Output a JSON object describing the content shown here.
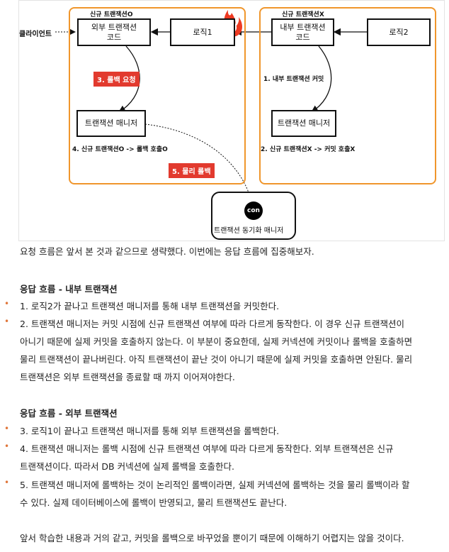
{
  "diagram": {
    "left_group_title": "신규 트랜잭션O",
    "right_group_title": "신규 트랜잭션X",
    "client": "클라이언트",
    "outer_tx_code": "외부 트랜잭션\n코드",
    "logic1": "로직1",
    "inner_tx_code": "내부 트랜잭션\n코드",
    "logic2": "로직2",
    "tm_left": "트랜잭션 매니저",
    "tm_right": "트랜잭션 매니저",
    "step1": "1. 내부 트랜잭션 커밋",
    "step2": "2. 신규 트랜잭션X -> 커밋 호출X",
    "step3": "3. 롤백 요청",
    "step4": "4. 신규 트랜잭션O -> 롤백 호출O",
    "step5": "5. 물리 롤백",
    "conn": "con",
    "sync_manager": "트랜잭션 동기화 매니저",
    "colors": {
      "group_border": "#f0962c",
      "red_tag": "#e23a2e",
      "fire": "#ee3a22",
      "bullet": "#e0763a"
    }
  },
  "content": {
    "intro": "요청 흐름은 앞서 본 것과 같으므로 생략했다. 이번에는 응답 흐름에 집중해보자.",
    "section1_title": "응답 흐름 - 내부 트랜잭션",
    "s1_item1": "1. 로직2가 끝나고 트랜잭션 매니저를 통해 내부 트랜잭션을 커밋한다.",
    "s1_item2_l1": "2. 트랜잭션 매니저는 커밋 시점에 신규 트랜잭션 여부에 따라 다르게 동작한다. 이 경우 신규 트랜잭션이",
    "s1_item2_l2": "아니기 때문에 실제 커밋을 호출하지 않는다. 이 부분이 중요한데, 실제 커넥션에 커밋이나 롤백을 호출하면",
    "s1_item2_l3": "물리 트랜잭션이 끝나버린다. 아직 트랜잭션이 끝난 것이 아니기 때문에 실제 커밋을 호출하면 안된다. 물리",
    "s1_item2_l4": "트랜잭션은 외부 트랜잭션을 종료할 때 까지 이어져야한다.",
    "section2_title": "응답 흐름 - 외부 트랜잭션",
    "s2_item3": "3. 로직1이 끝나고 트랜잭션 매니저를 통해 외부 트랜잭션을 롤백한다.",
    "s2_item4_l1": "4. 트랜잭션 매니저는 롤백 시점에 신규 트랜잭션 여부에 따라 다르게 동작한다. 외부 트랜잭션은 신규",
    "s2_item4_l2": "트랜잭션이다. 따라서 DB 커넥션에 실제 롤백을 호출한다.",
    "s2_item5_l1": "5. 트랜잭션 매니저에 롤백하는 것이 논리적인 롤백이라면, 실제 커넥션에 롤백하는 것을 물리 롤백이라 할",
    "s2_item5_l2": "수 있다. 실제 데이터베이스에 롤백이 반영되고, 물리 트랜잭션도 끝난다.",
    "closing": "앞서 학습한 내용과 거의 같고, 커밋을 롤백으로 바꾸었을 뿐이기 때문에 이해하기 어렵지는 않을 것이다.",
    "bullet_symbol": "•"
  }
}
